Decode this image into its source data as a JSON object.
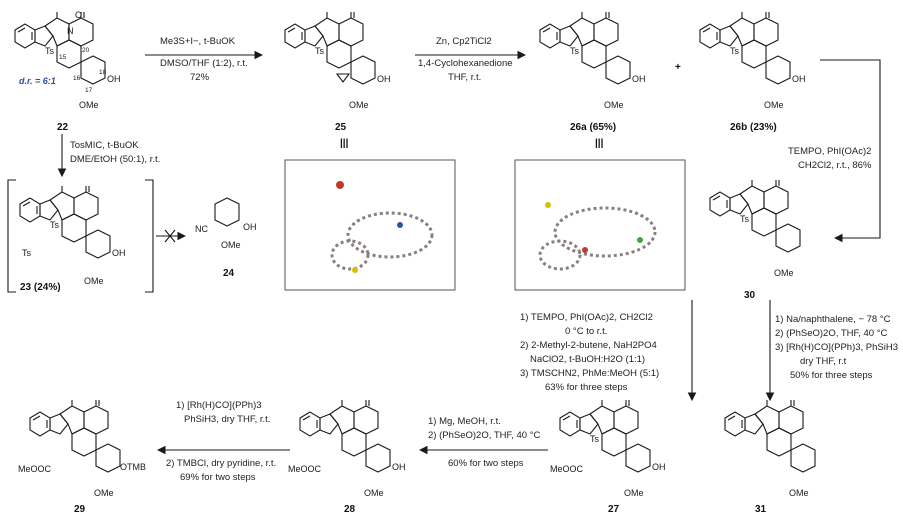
{
  "compounds": {
    "c22": {
      "label": "22",
      "dr": "d.r. = 6:1",
      "ts": "Ts",
      "n": "N",
      "ome": "OMe",
      "oh": "OH",
      "o": "O",
      "n15": "15",
      "n16": "16",
      "n17": "17",
      "n18": "18",
      "n20": "20"
    },
    "c25": {
      "label": "25",
      "ts": "Ts",
      "ome": "OMe",
      "oh": "OH"
    },
    "c26a": {
      "label": "26a (65%)",
      "ts": "Ts",
      "ome": "OMe",
      "oh": "OH"
    },
    "c26b": {
      "label": "26b (23%)",
      "ts": "Ts",
      "ome": "OMe",
      "oh": "OH"
    },
    "c23": {
      "label": "23 (24%)",
      "ts": "Ts",
      "ome": "OMe",
      "oh": "OH"
    },
    "c24": {
      "label": "24",
      "nc": "NC",
      "ome": "OMe",
      "oh": "OH"
    },
    "c30": {
      "label": "30",
      "ts": "Ts",
      "ome": "OMe"
    },
    "c27": {
      "label": "27",
      "ts": "Ts",
      "ome": "OMe",
      "oh": "OH",
      "ester": "MeOOC"
    },
    "c28": {
      "label": "28",
      "ome": "OMe",
      "oh": "OH",
      "ester": "MeOOC"
    },
    "c29": {
      "label": "29",
      "ome": "OMe",
      "otmb": "OTMB",
      "ester": "MeOOC"
    },
    "c31": {
      "label": "31",
      "ome": "OMe"
    }
  },
  "plus": "+",
  "equiv": "|||",
  "steps": {
    "s1": {
      "line1": "Me3S+I−, t-BuOK",
      "line2": "DMSO/THF (1:2), r.t.",
      "yield": "72%"
    },
    "s2": {
      "line1": "Zn, Cp2TiCl2",
      "line2": "1,4-Cyclohexanedione",
      "line3": "THF, r.t."
    },
    "s3": {
      "line1": "TosMIC, t-BuOK",
      "line2": "DME/EtOH (50:1), r.t."
    },
    "s4": {
      "line1": "TEMPO, PhI(OAc)2",
      "line2": "CH2Cl2, r.t., 86%"
    },
    "s5": {
      "l1": "1) TEMPO, PhI(OAc)2, CH2Cl2",
      "l2": "0 °C to r.t.",
      "l3": "2) 2-Methyl-2-butene, NaH2PO4",
      "l4": "NaClO2, t-BuOH:H2O (1:1)",
      "l5": "3) TMSCHN2, PhMe:MeOH (5:1)",
      "l6": "63% for three steps"
    },
    "s6": {
      "l1": "1) Na/naphthalene, − 78 °C",
      "l2": "2) (PhSeO)2O, THF, 40 °C",
      "l3": "3) [Rh(H)CO](PPh)3, PhSiH3",
      "l4": "dry THF, r.t",
      "l5": "50% for three steps"
    },
    "s7": {
      "l1": "1) Mg, MeOH, r.t.",
      "l2": "2) (PhSeO)2O, THF, 40 °C",
      "l3": "60% for two steps"
    },
    "s8": {
      "l1": "1) [Rh(H)CO](PPh)3",
      "l2": "PhSiH3, dry THF, r.t.",
      "l3": "2) TMBCl, dry pyridine, r.t.",
      "l4": "69% for two steps"
    }
  },
  "colors": {
    "accent": "#2c4ea3",
    "panel_border": "#555555"
  }
}
